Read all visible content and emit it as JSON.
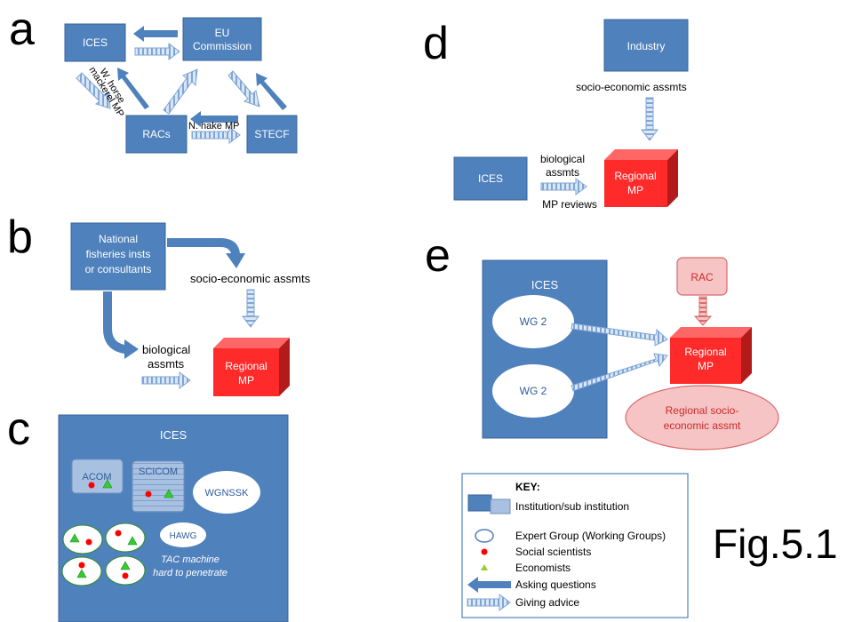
{
  "panels": {
    "a": {
      "letter": "a",
      "ices": "ICES",
      "eu1": "EU",
      "eu2": "Commission",
      "racs": "RACs",
      "stecf": "STECF",
      "horse1": "W. horse",
      "horse2": "mackerel MP",
      "hake": "N. hake MP"
    },
    "b": {
      "letter": "b",
      "nat1": "National",
      "nat2": "fisheries insts",
      "nat3": "or consultants",
      "socio": "socio-economic assmts",
      "bio1": "biological",
      "bio2": "assmts",
      "mp1": "Regional",
      "mp2": "MP"
    },
    "c": {
      "letter": "c",
      "ices": "ICES",
      "acom": "ACOM",
      "scicom": "SCICOM",
      "wgnssk": "WGNSSK",
      "hawg": "HAWG",
      "tac1": "TAC machine",
      "tac2": "hard to penetrate"
    },
    "d": {
      "letter": "d",
      "industry": "Industry",
      "socio": "socio-economic assmts",
      "ices": "ICES",
      "bio1": "biological",
      "bio2": "assmts",
      "reviews": "MP reviews",
      "mp1": "Regional",
      "mp2": "MP"
    },
    "e": {
      "letter": "e",
      "ices": "ICES",
      "wg_top": "WG 2",
      "wg_bottom": "WG 2",
      "rac": "RAC",
      "mp1": "Regional",
      "mp2": "MP",
      "socio1": "Regional socio-",
      "socio2": "economic assmt"
    }
  },
  "key": {
    "title": "KEY:",
    "institution": "Institution/sub institution",
    "expert_group": "Expert Group (Working Groups)",
    "social": "Social scientists",
    "economists": "Economists",
    "asking": "Asking questions",
    "advice": "Giving advice"
  },
  "figure_label": "Fig.5.1",
  "colors": {
    "institution_blue": "#4f81bd",
    "institution_border": "#3a6598",
    "advice_arrow": "#8eb4e3",
    "mp_red": "#ff2a2a",
    "rac_pink": "#f6c4c4",
    "social_dot": "#ff0000",
    "economist_triangle": "#33cc33"
  }
}
